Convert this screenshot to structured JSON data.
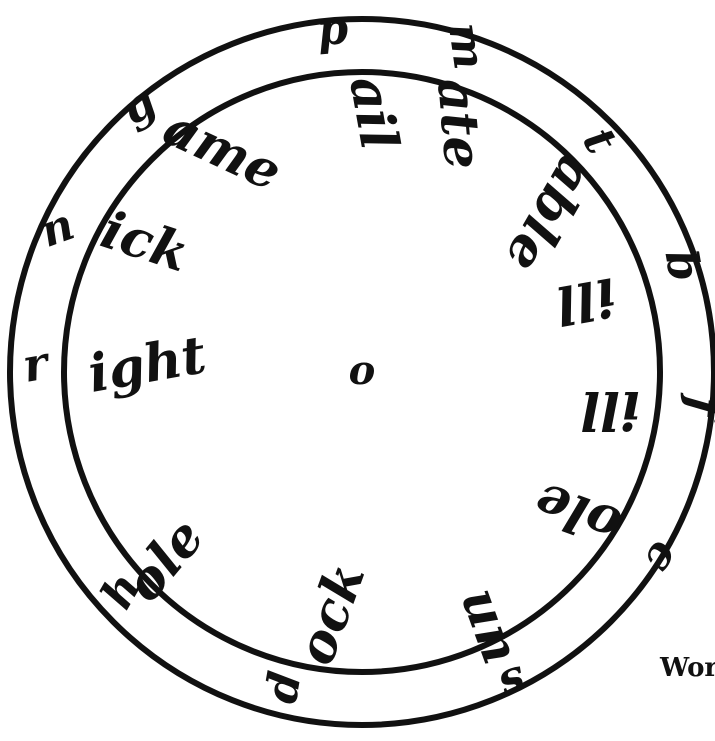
{
  "wheel": {
    "center_mark": "o",
    "outer_letters": [
      {
        "id": "p",
        "text": "p"
      },
      {
        "id": "m",
        "text": "m"
      },
      {
        "id": "t",
        "text": "t"
      },
      {
        "id": "b",
        "text": "b"
      },
      {
        "id": "f",
        "text": "f"
      },
      {
        "id": "c",
        "text": "c"
      },
      {
        "id": "s",
        "text": "s"
      },
      {
        "id": "d",
        "text": "d"
      },
      {
        "id": "h",
        "text": "h"
      },
      {
        "id": "r",
        "text": "r"
      },
      {
        "id": "n",
        "text": "n"
      },
      {
        "id": "g",
        "text": "g"
      }
    ],
    "inner_endings": [
      {
        "id": "ail",
        "text": "ail"
      },
      {
        "id": "ate",
        "text": "ate"
      },
      {
        "id": "able",
        "text": "able"
      },
      {
        "id": "ill",
        "text": "ill"
      },
      {
        "id": "ill2",
        "text": "ill"
      },
      {
        "id": "ole",
        "text": "ole"
      },
      {
        "id": "un",
        "text": "un"
      },
      {
        "id": "ock",
        "text": "ock"
      },
      {
        "id": "ole2",
        "text": "ole"
      },
      {
        "id": "ight",
        "text": "ight"
      },
      {
        "id": "ick",
        "text": "ick"
      },
      {
        "id": "ame",
        "text": "ame"
      }
    ]
  },
  "caption": "Wor"
}
